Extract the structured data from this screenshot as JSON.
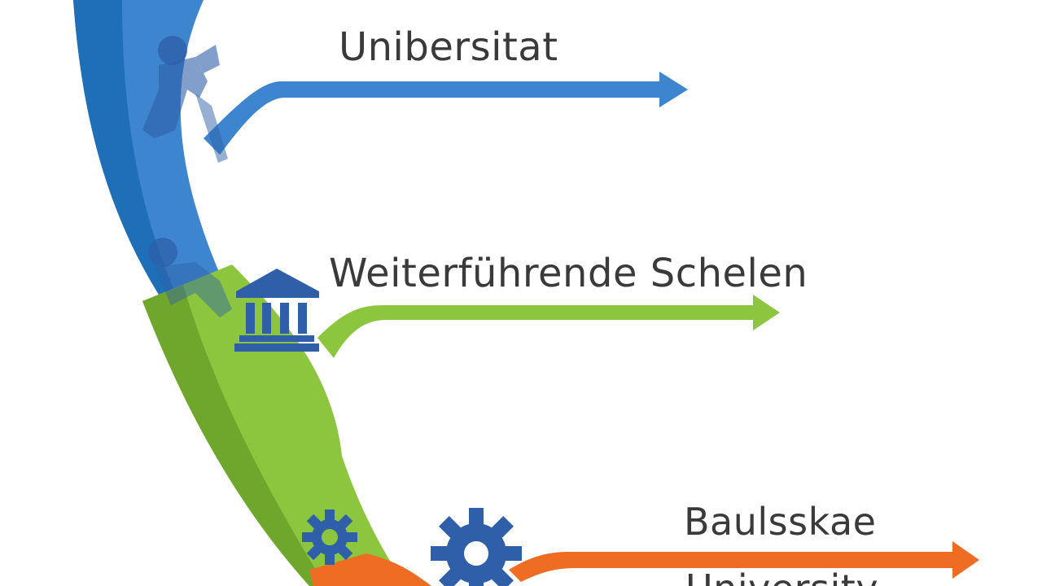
{
  "colors": {
    "blue": "#3d86cf",
    "blue_dark": "#1f6fb8",
    "green": "#8cc63f",
    "green_dark": "#6fa62c",
    "orange": "#ef6c23",
    "icon_blue": "#2e5fa8",
    "text": "#3a3a3a"
  },
  "stages": [
    {
      "label": "Unibersitat",
      "color": "blue",
      "icon": "climbing-person-icon"
    },
    {
      "label": "Weiterführende Schelen",
      "color": "green",
      "icon": "institution-building-icon"
    },
    {
      "label": "Baulsskae",
      "color": "orange",
      "icon": "gear-icon"
    }
  ],
  "cutoff_label": "University"
}
